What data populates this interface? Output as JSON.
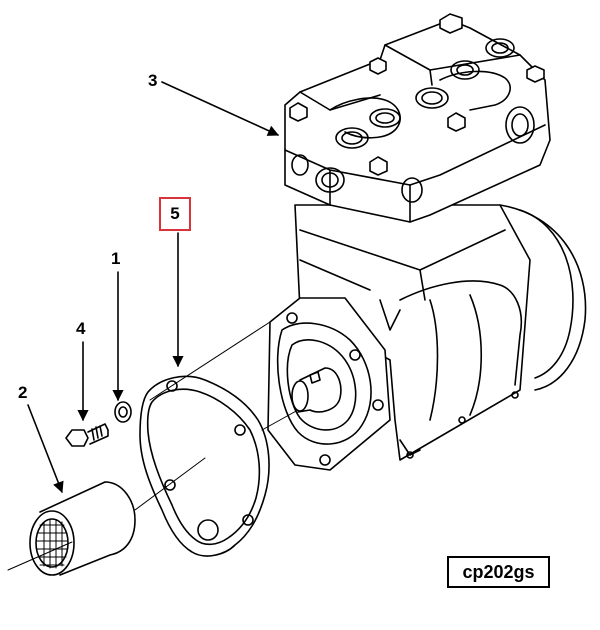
{
  "callouts": {
    "c1": "1",
    "c2": "2",
    "c3": "3",
    "c4": "4",
    "c5": "5"
  },
  "reference_code": "cp202gs",
  "colors": {
    "highlight_border": "#d9343a",
    "line": "#000000",
    "background": "#ffffff"
  }
}
